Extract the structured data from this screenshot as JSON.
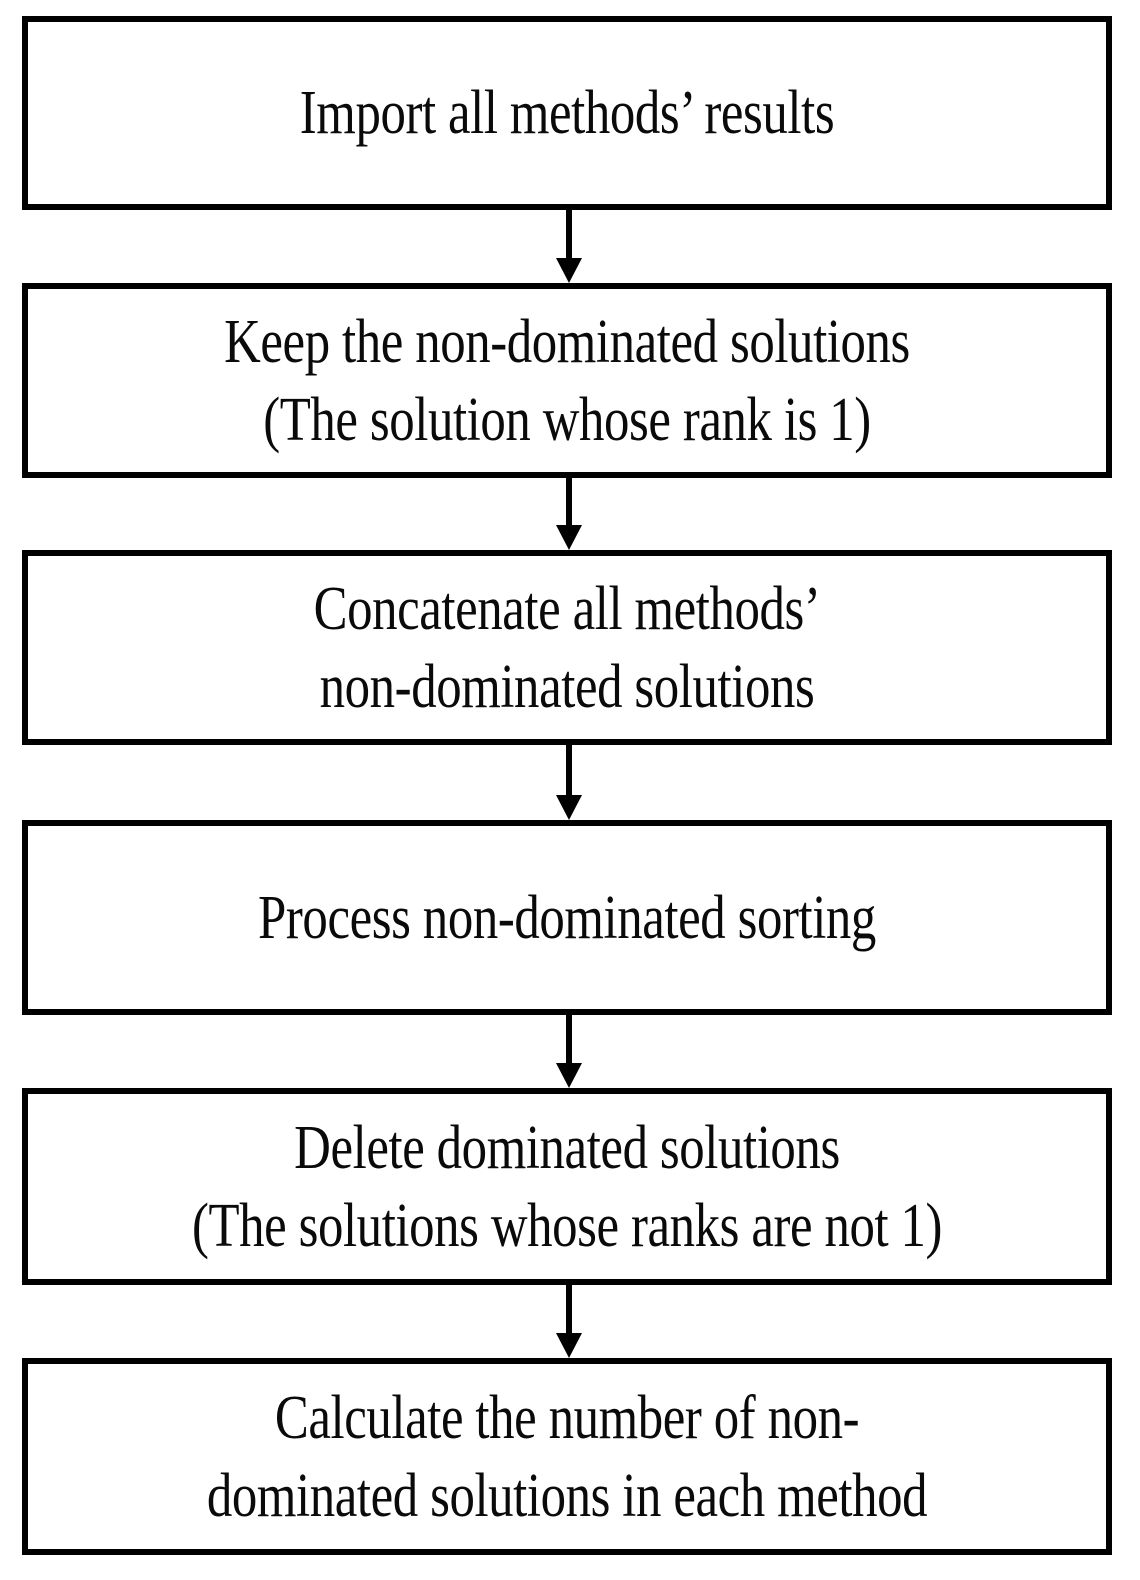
{
  "diagram": {
    "type": "flowchart",
    "orientation": "top-to-bottom",
    "background_color": "#ffffff",
    "border_color": "#000000",
    "text_color": "#0a0a0a",
    "nodes": [
      {
        "id": "node-1",
        "shape": "rectangle",
        "text": "Import all methods’ results"
      },
      {
        "id": "node-2",
        "shape": "rectangle",
        "text": "Keep the non-dominated solutions\n(The solution whose rank is 1)"
      },
      {
        "id": "node-3",
        "shape": "rectangle",
        "text": "Concatenate all methods’\nnon-dominated solutions"
      },
      {
        "id": "node-4",
        "shape": "rectangle",
        "text": "Process non-dominated sorting"
      },
      {
        "id": "node-5",
        "shape": "rectangle",
        "text": "Delete dominated solutions\n(The solutions whose ranks are not 1)"
      },
      {
        "id": "node-6",
        "shape": "rectangle",
        "text": "Calculate the number of non-\ndominated solutions in each method"
      }
    ],
    "connectors": [
      {
        "id": "arrow-1",
        "from": "node-1",
        "to": "node-2",
        "icon": "arrow-down-icon",
        "label": ""
      },
      {
        "id": "arrow-2",
        "from": "node-2",
        "to": "node-3",
        "icon": "arrow-down-icon",
        "label": ""
      },
      {
        "id": "arrow-3",
        "from": "node-3",
        "to": "node-4",
        "icon": "arrow-down-icon",
        "label": ""
      },
      {
        "id": "arrow-4",
        "from": "node-4",
        "to": "node-5",
        "icon": "arrow-down-icon",
        "label": ""
      },
      {
        "id": "arrow-5",
        "from": "node-5",
        "to": "node-6",
        "icon": "arrow-down-icon",
        "label": ""
      }
    ]
  }
}
